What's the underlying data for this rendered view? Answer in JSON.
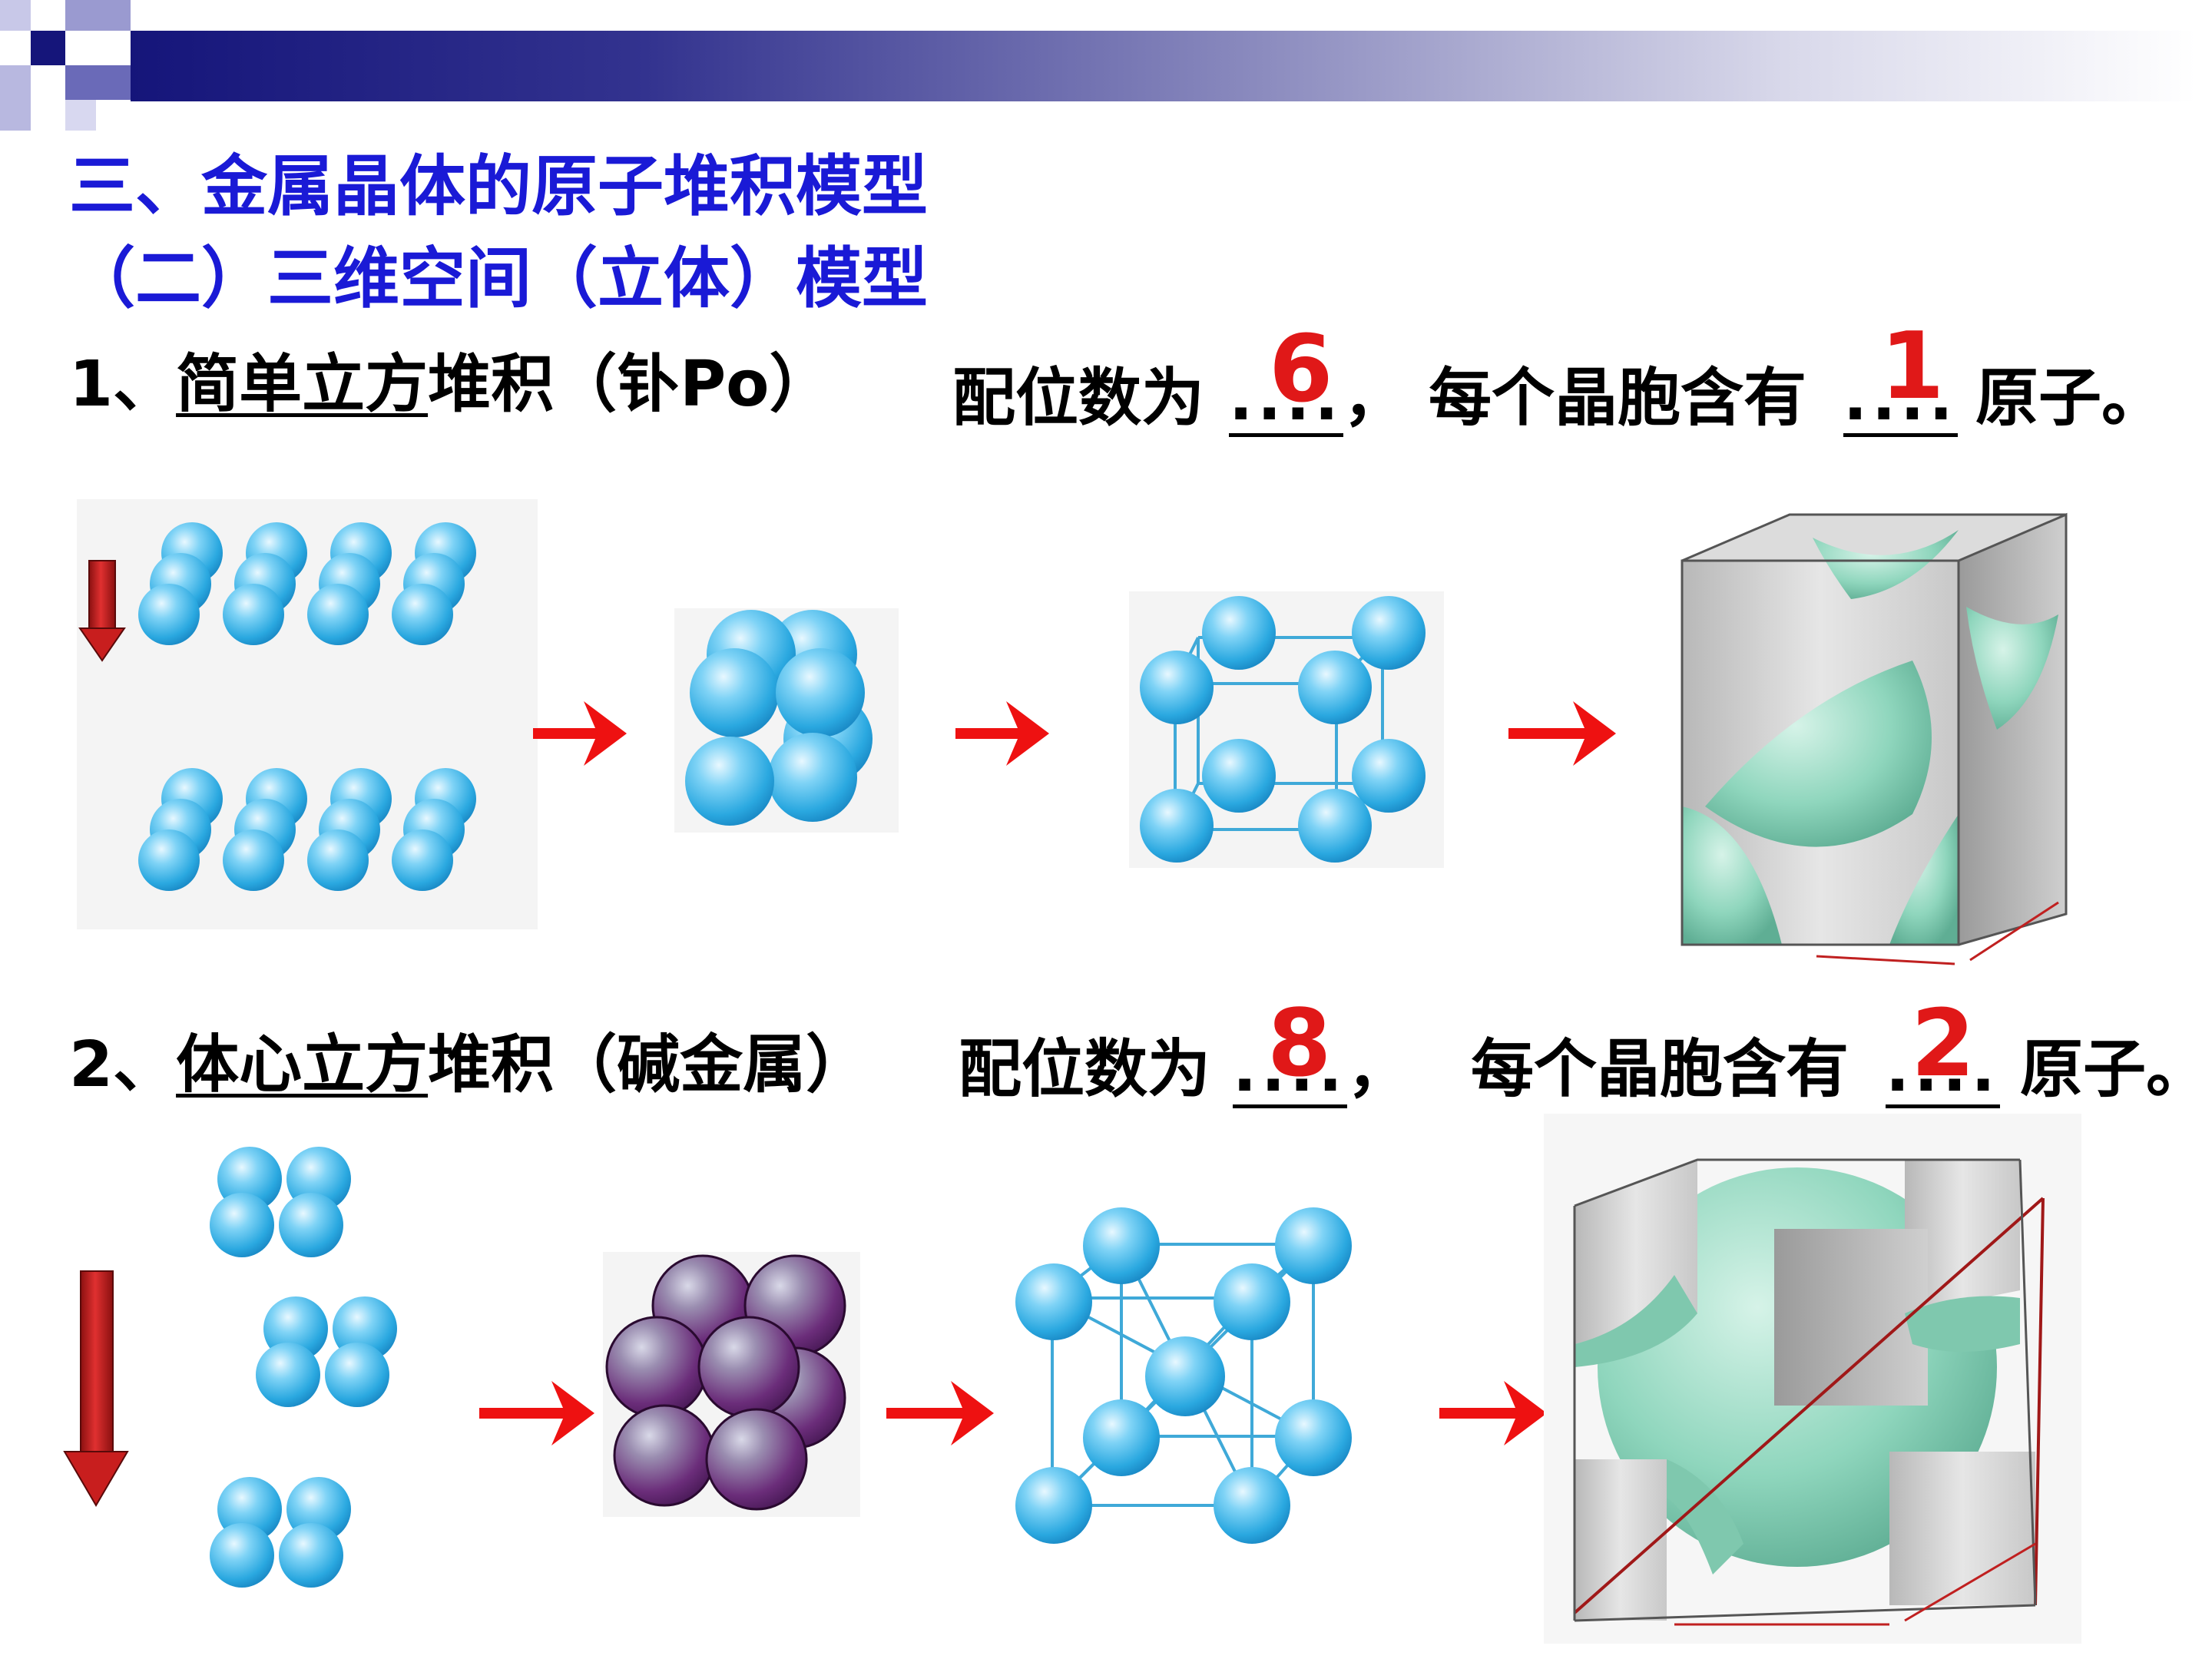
{
  "heading": {
    "title": "三、金属晶体的原子堆积模型",
    "subtitle": "（二）三维空间（立体）模型"
  },
  "section1": {
    "label_prefix": "1、",
    "label_underlined": "简单立方",
    "label_rest": "堆积（钋Po）",
    "coord_label": "配位数为",
    "blank_dots": "....",
    "comma": "，",
    "cell_label": "每个晶胞含有",
    "suffix": "原子。",
    "coordination_answer": "6",
    "atoms_answer": "1"
  },
  "section2": {
    "label_prefix": "2、",
    "label_underlined": "体心立方",
    "label_rest": "堆积（碱金属）",
    "coord_label": "配位数为",
    "blank_dots": "....",
    "comma": "，",
    "cell_label": "每个晶胞含有",
    "suffix": "原子。",
    "coordination_answer": "8",
    "atoms_answer": "2"
  },
  "colors": {
    "title": "#1a1ad6",
    "answer": "#e01818",
    "sphere_blue": "#3fb8ec",
    "sphere_purple": "#6b2d7a",
    "arrow_red": "#ee1111",
    "cell_green": "#8fd6bd"
  }
}
